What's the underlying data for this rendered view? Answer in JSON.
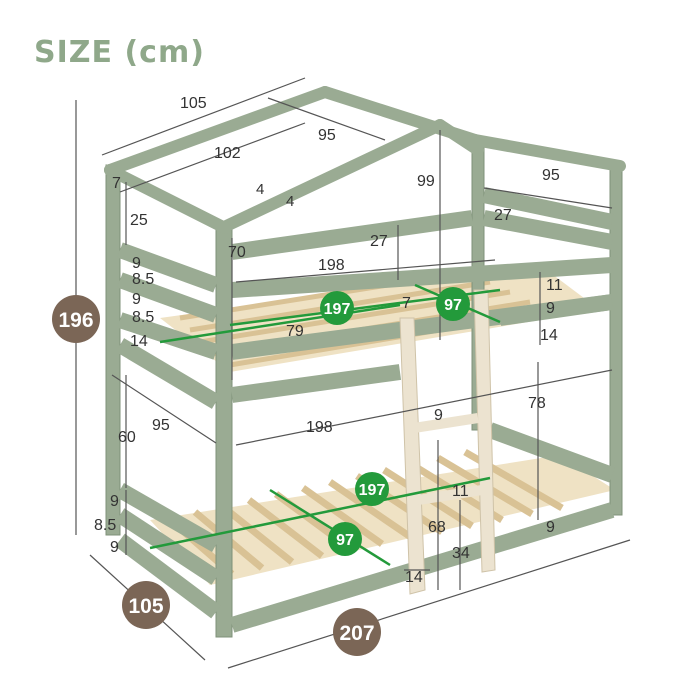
{
  "title": "SIZE (cm)",
  "colors": {
    "frame": "#9aab93",
    "frame_dark": "#7f9178",
    "slat": "#e9d6b0",
    "ladder": "#ece3d0",
    "title_color": "#8fa88a",
    "badge_brown": "#7b6656",
    "badge_green": "#239a3b",
    "dim_line": "#555555"
  },
  "badges": {
    "height": "196",
    "depth": "105",
    "length": "207"
  },
  "green_badges": {
    "upper_length": "197",
    "upper_width": "97",
    "lower_length": "197",
    "lower_width": "97"
  },
  "dims": {
    "roof_depth": "105",
    "roof_inner_depth": "95",
    "roof_inner_width": "102",
    "roof_top_left": "7",
    "roof_beam_h": "4",
    "roof_beam_w": "4",
    "gable_left": "25",
    "gable_height": "70",
    "roof_peak_height": "99",
    "back_depth": "95",
    "upper_rail_gap": "27",
    "side_rail_gap": "27",
    "upper_inner_length": "198",
    "upper_rail_11": "11",
    "upper_rail_9": "9",
    "upper_rail_14": "14",
    "left_rail_9a": "9",
    "left_rail_85a": "8.5",
    "left_rail_9b": "9",
    "left_rail_85b": "8.5",
    "left_rail_14": "14",
    "ladder_gap_7": "7",
    "ladder_opening": "79",
    "lower_depth": "95",
    "lower_inner_length": "198",
    "lower_clear_height": "60",
    "under_height": "78",
    "step_width": "9",
    "step_gap_11": "11",
    "step_height_68": "68",
    "step_bottom_34": "34",
    "ladder_foot_14": "14",
    "lower_rail_9a": "9",
    "lower_rail_85": "8.5",
    "lower_rail_9b": "9",
    "lower_right_9": "9"
  }
}
